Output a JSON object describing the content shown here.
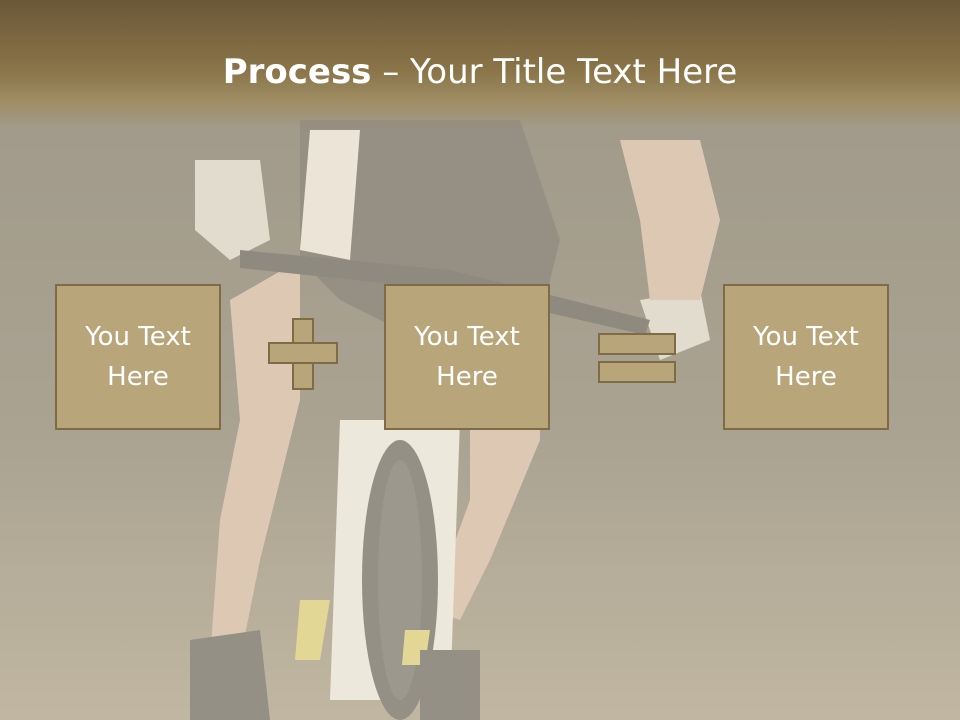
{
  "title": {
    "bold": "Process",
    "rest": " – Your Title Text Here"
  },
  "boxes": [
    {
      "label": "You Text Here"
    },
    {
      "label": "You Text Here"
    },
    {
      "label": "You Text Here"
    }
  ],
  "operators": [
    "plus-icon",
    "equals-icon"
  ],
  "colors": {
    "title_bar": "#7a6440",
    "box_fill": "#b9a57a",
    "box_border": "#7f6b45",
    "text": "#ffffff"
  }
}
